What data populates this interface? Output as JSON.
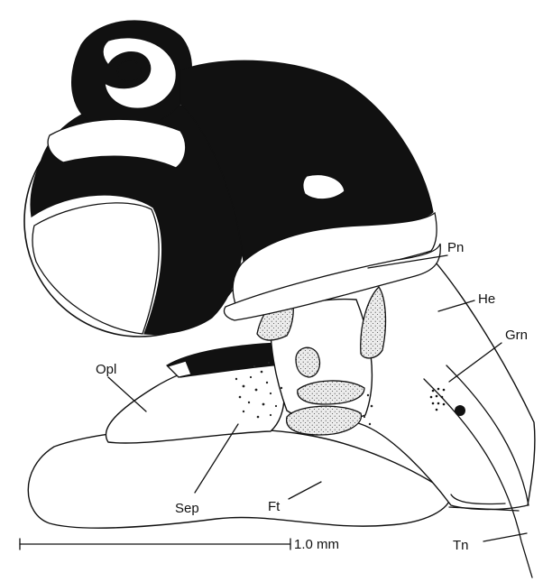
{
  "labels": {
    "pn": "Pn",
    "he": "He",
    "grn": "Grn",
    "opl": "Opl",
    "sep": "Sep",
    "ft": "Ft",
    "tn": "Tn"
  },
  "scale_bar": {
    "label": "1.0 mm"
  },
  "colors": {
    "ink": "#111111",
    "background": "#ffffff"
  }
}
